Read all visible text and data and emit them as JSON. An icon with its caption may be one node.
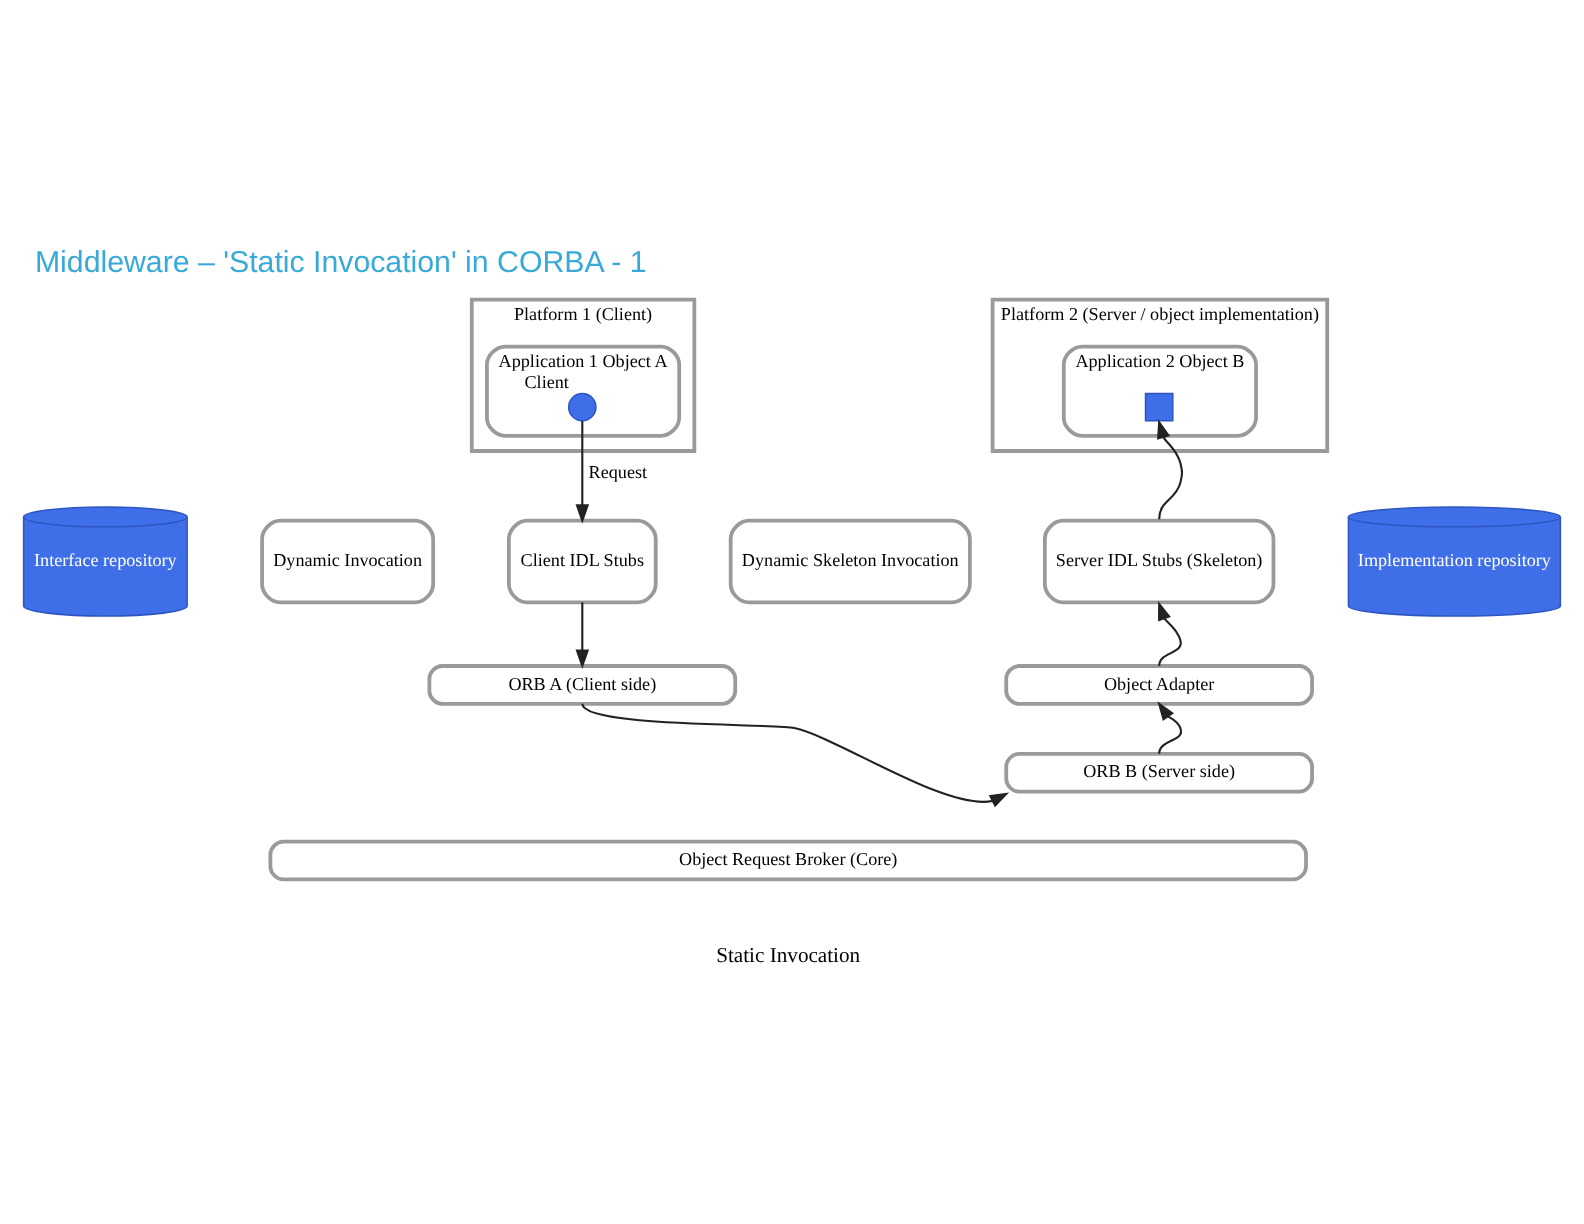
{
  "diagram": {
    "title": "Middleware – 'Static Invocation' in CORBA - 1",
    "caption": "Static Invocation",
    "nodes": [
      {
        "text": [
          "Platform 1 (Client)"
        ]
      },
      {
        "text": [
          "Application 1 Object A"
        ],
        "in": 0
      },
      {
        "text": [],
        "shape": "circle",
        "in": 1,
        "beside": [
          "Client"
        ]
      },
      {
        "text": [
          "Platform 2 (Server / object implementation)"
        ]
      },
      {
        "text": [
          "Application 2 Object B"
        ],
        "in": 3
      },
      {
        "text": [],
        "shape": "box",
        "in": 4
      },
      {
        "text": [
          "Interface repository"
        ]
      },
      {
        "text": [
          "Dynamic Invocation"
        ]
      },
      {
        "text": [
          "Client IDL Stubs"
        ]
      },
      {
        "text": [
          "Dynamic Skeleton Invocation"
        ]
      },
      {
        "text": [
          "Server IDL Stubs (Skeleton)"
        ]
      },
      {
        "text": [
          "Implementation repository"
        ]
      },
      {
        "text": [
          "ORB A (Client side)"
        ]
      },
      {
        "text": [
          "Object Adapter"
        ]
      },
      {
        "text": [
          "ORB B (Server side)"
        ]
      },
      {
        "text": [
          "Object Request Broker (Core)"
        ]
      }
    ],
    "edges": [
      {
        "from": 2,
        "to": 8,
        "arrow": "to",
        "label": "Request"
      },
      {
        "from": 8,
        "to": 12,
        "arrow": "to"
      },
      {
        "from": 12,
        "to": 14,
        "arrow": "to"
      },
      {
        "from": 14,
        "to": 13,
        "arrow": "to"
      },
      {
        "from": 13,
        "to": 10,
        "arrow": "to"
      },
      {
        "from": 10,
        "to": 5,
        "arrow": "to"
      }
    ]
  }
}
